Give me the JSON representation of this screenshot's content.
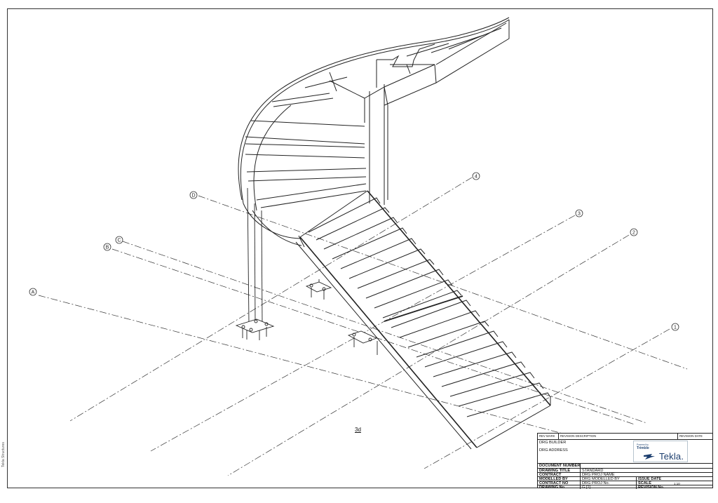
{
  "drawing": {
    "view_label": "3d",
    "side_note": "Tekla Structures",
    "grids": {
      "lettered": [
        "A",
        "B",
        "C",
        "D"
      ],
      "numbered": [
        "1",
        "2",
        "3",
        "4"
      ]
    }
  },
  "title_block": {
    "rev_mark": "REV MARK",
    "revision_description": "REVISION DESCRIPTION",
    "revision_date": "REVISION DATE",
    "drg_builder": "DRG BUILDER",
    "drg_address": "DRG ADDRESS",
    "document_number_label": "DOCUMENT NUMBER",
    "drawing_title_label": "DRAWING TITLE",
    "drawing_title_value": "STANDARD",
    "contract_label": "CONTRACT",
    "contract_value": "DRG PROJ NAME",
    "modelled_by_label": "MODELLED BY",
    "modelled_by_value": "DRG MODELLED BY",
    "issue_date_label": "ISSUE DATE",
    "contract_no_label": "CONTRACT NO",
    "contract_no_value": "DRG PROJ No.",
    "scale_label": "SCALE",
    "scale_value": "1:10",
    "drawing_no_label": "DRAWING No",
    "drawing_no_value": "G  [1]",
    "revision_no_label": "REVISION No.",
    "logo": {
      "powered_by": "Powered by",
      "trimble": "Trimble",
      "tekla": "Tekla."
    }
  }
}
